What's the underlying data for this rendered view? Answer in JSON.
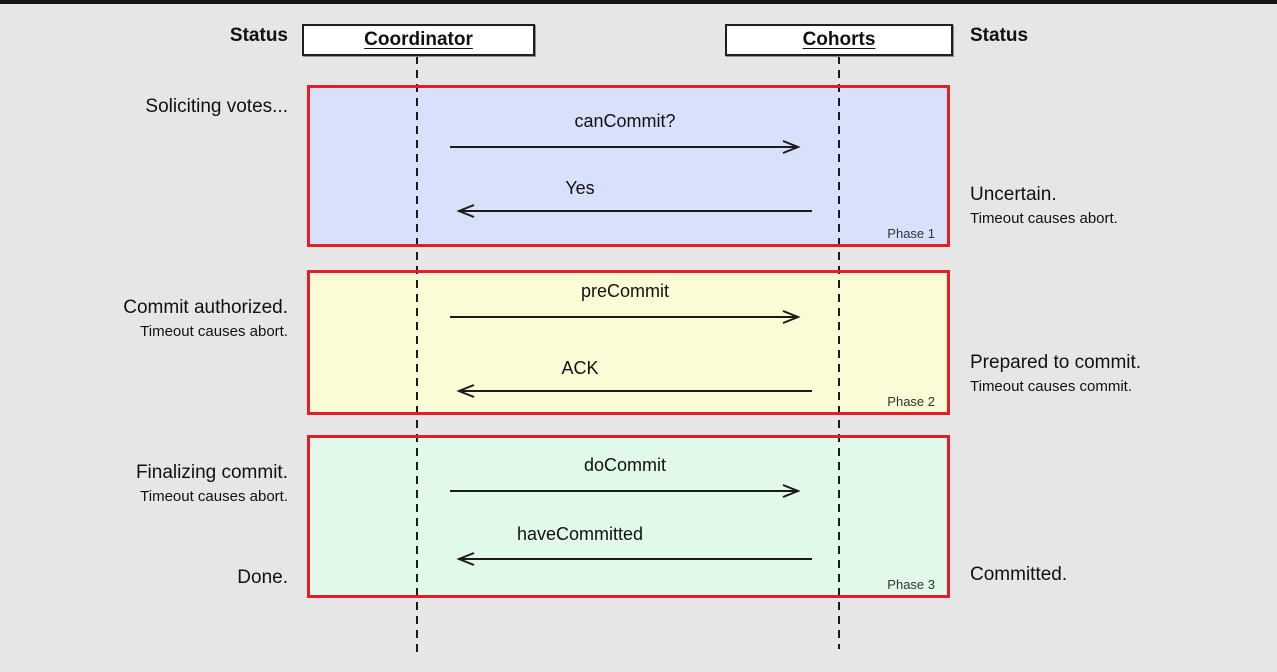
{
  "canvas": {
    "background": "#e6e6e6",
    "top_bar_color": "#151515"
  },
  "header": {
    "left_status": "Status",
    "right_status": "Status",
    "coordinator": "Coordinator",
    "cohorts": "Cohorts"
  },
  "colors": {
    "phase1_fill": "#d8e1fc",
    "phase2_fill": "#fafcd6",
    "phase3_fill": "#e0f9e9",
    "phase_border": "#e41e26",
    "lifeline": "#1a1a1a"
  },
  "phases": [
    {
      "tag": "Phase 1",
      "left_primary": "Soliciting votes...",
      "right_primary": "Uncertain.",
      "right_secondary": "Timeout causes abort.",
      "forward_message": "canCommit?",
      "return_message": "Yes"
    },
    {
      "tag": "Phase 2",
      "left_primary": "Commit authorized.",
      "left_secondary": "Timeout causes abort.",
      "right_primary": "Prepared to commit.",
      "right_secondary": "Timeout causes commit.",
      "forward_message": "preCommit",
      "return_message": "ACK"
    },
    {
      "tag": "Phase 3",
      "left_primary": "Finalizing commit.",
      "left_secondary": "Timeout causes abort.",
      "left_done": "Done.",
      "right_primary": "Committed.",
      "forward_message": "doCommit",
      "return_message": "haveCommitted"
    }
  ]
}
